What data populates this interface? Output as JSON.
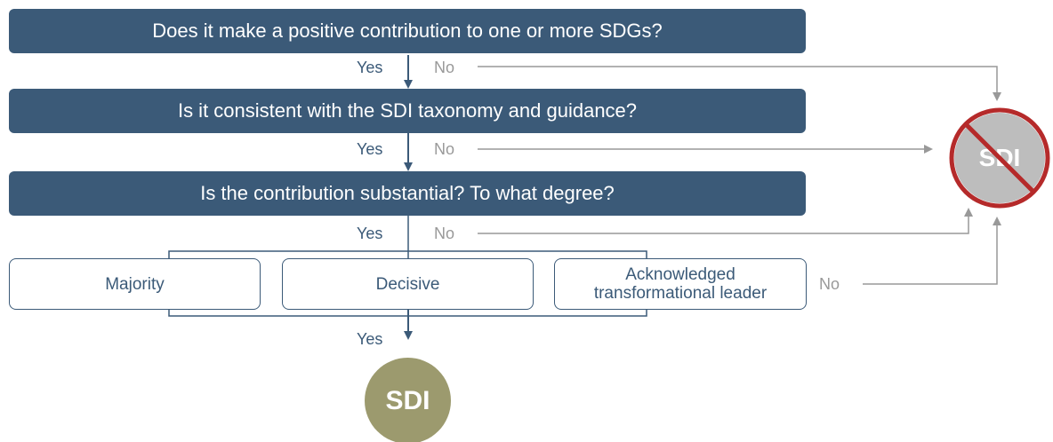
{
  "questions": {
    "q1": "Does it make a positive contribution to one or more SDGs?",
    "q2": "Is it consistent with the SDI taxonomy and guidance?",
    "q3": "Is the contribution substantial? To what degree?"
  },
  "labels": {
    "yes": "Yes",
    "no": "No"
  },
  "options": {
    "majority": "Majority",
    "decisive": "Decisive",
    "leader_line1": "Acknowledged",
    "leader_line2": "transformational leader"
  },
  "outcomes": {
    "sdi": "SDI",
    "not_sdi": "SDI"
  },
  "colors": {
    "question_bar": "#3b5a78",
    "no_path": "#999999",
    "sdi_badge": "#9c9a6e",
    "rejected_circle": "#bdbdbd",
    "prohibited_ring": "#b52a2a"
  }
}
